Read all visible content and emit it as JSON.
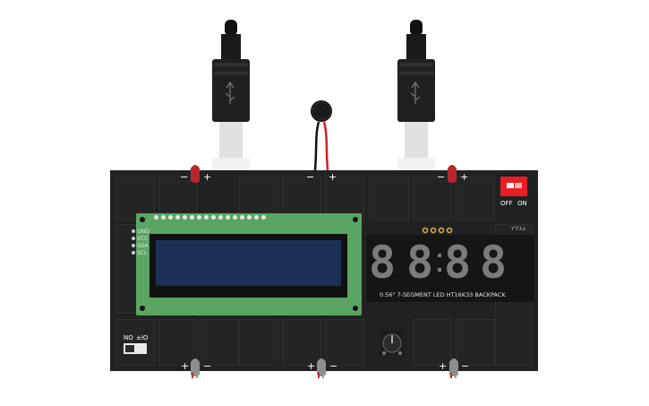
{
  "colors": {
    "board": "#1f2220",
    "lcd_pcb": "#5aa562",
    "lcd_screen": "#1b2f57",
    "dip_switch": "#e61e25",
    "led_red": "#b8262b",
    "wire_red": "#d0202a",
    "segment": "#7b7b7b"
  },
  "icons": {
    "usb_left": "usb-b-connector",
    "usb_right": "usb-b-connector",
    "buzzer": "vibration-motor",
    "potentiometer": "rotary-knob"
  },
  "power_switch": {
    "off_label": "OFF",
    "on_label": "ON"
  },
  "slide_switch": {
    "label_left": "NO",
    "label_right": "±IO"
  },
  "lcd": {
    "pins": [
      "GND",
      "VCC",
      "SDA",
      "SCL"
    ]
  },
  "seven_segment": {
    "digits": [
      "8",
      "8",
      "8",
      "8"
    ],
    "caption": "0.56\" 7-SEGMENT LED HT16K33 BACKPACK",
    "header_label": "ƳƳ⅄⅄"
  },
  "polarity": {
    "plus": "+",
    "minus": "−"
  }
}
